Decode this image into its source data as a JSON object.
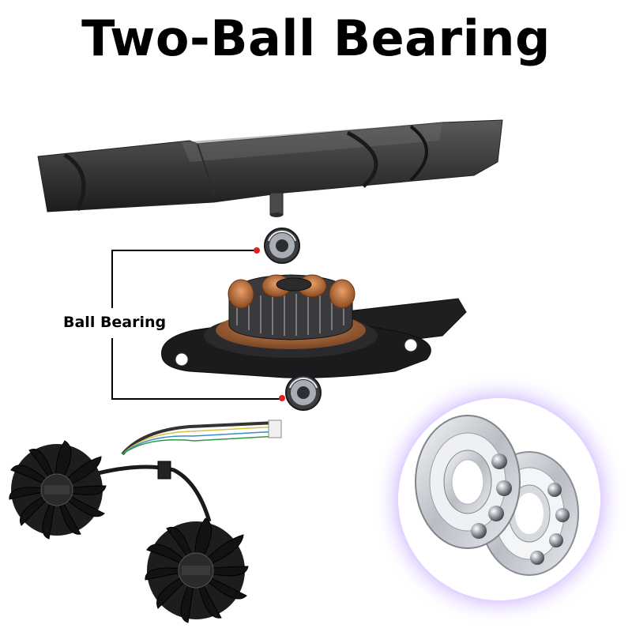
{
  "title": "Two-Ball Bearing",
  "callout": {
    "label": "Ball Bearing"
  },
  "icons": {
    "impeller": "fan-impeller-blade",
    "bearing_top": "ball-bearing",
    "motor": "fan-motor-stator",
    "bearing_bottom": "ball-bearing",
    "fans": "dual-gpu-fans",
    "bearing_render": "ball-bearing-cutaway"
  },
  "colors": {
    "text": "#000000",
    "callout_dot": "#e02020",
    "glow": "#8a4dff",
    "fan_plastic": "#1e1e1e",
    "copper": "#c5733a",
    "metal": "#c9ccd2"
  }
}
